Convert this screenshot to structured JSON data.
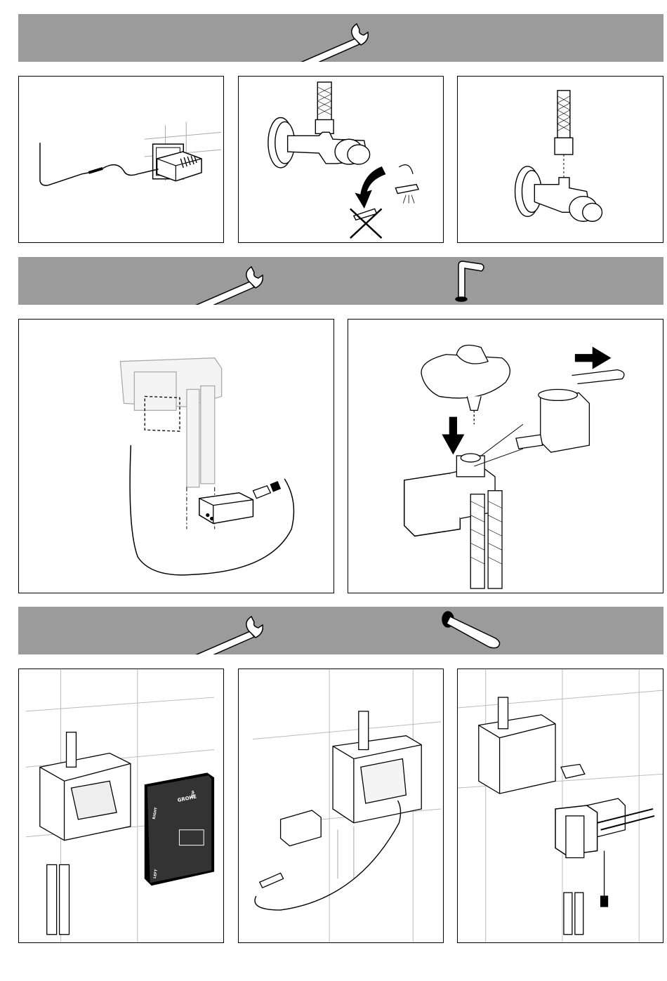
{
  "page": {
    "sections": [
      {
        "band_icons": [
          "wrench-icon"
        ],
        "panels": [
          "power-supply-plug-in",
          "close-angle-valve",
          "connect-hose-to-angle-valve"
        ]
      },
      {
        "band_icons": [
          "wrench-icon",
          "faucet-icon"
        ],
        "panels": [
          "connect-control-unit-cable",
          "mount-faucet-on-valve-housing"
        ]
      },
      {
        "band_icons": [
          "wrench-icon",
          "stick-tool-icon"
        ],
        "panels": [
          "fit-cover-plate",
          "connect-cable-in-box",
          "install-valve-block-in-box"
        ]
      }
    ],
    "cover_plate": {
      "brand": "GROHE",
      "label_top": "TOP",
      "label_right": "RIGHT",
      "label_left": "LEFT"
    }
  },
  "colors": {
    "band": "#9b9b9b",
    "line": "#000000",
    "panel_bg": "#ffffff"
  }
}
